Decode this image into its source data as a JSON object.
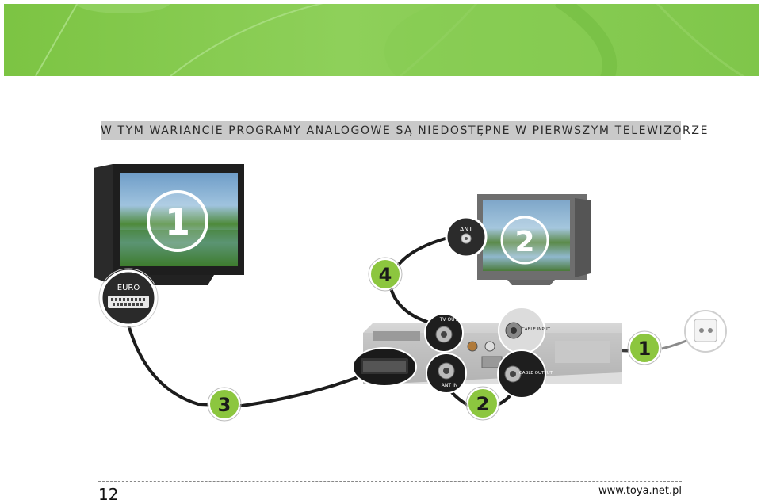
{
  "header": {
    "subtitle": "W TYM WARIANCIE PROGRAMY ANALOGOWE SĄ NIEDOSTĘPNE W PIERWSZYM TELEWIZORZE"
  },
  "diagram": {
    "tv1_badge": "1",
    "tv2_badge": "2",
    "euro_label": "EURO",
    "ant_label": "ANT",
    "step3_badge": "3",
    "step4_badge": "4",
    "step1_badge": "1",
    "step2_badge": "2",
    "tv_out_label": "TV OUT",
    "ant_in_label": "ANT IN",
    "cable_input_label": "CABLE INPUT",
    "cable_output_label": "CABLE OUTPUT"
  },
  "footer": {
    "page_number": "12",
    "website": "www.toya.net.pl"
  },
  "colors": {
    "banner_green": "#7cc443",
    "badge_green": "#8cc63f"
  }
}
